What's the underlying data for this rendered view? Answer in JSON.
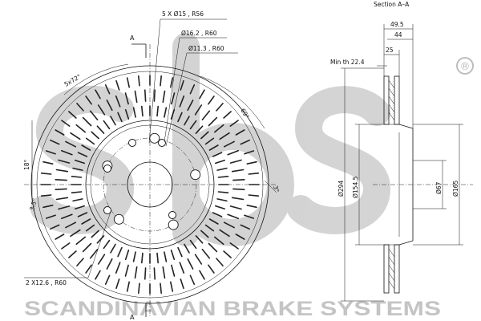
{
  "watermark": {
    "logo_text": "sbs",
    "registered": "®",
    "company": "SCANDINAVIAN BRAKE SYSTEMS",
    "color": "#c8c8c8"
  },
  "front_view": {
    "section_marker_top": "A",
    "section_marker_bottom": "A",
    "bolt_holes_callout": "5 X Ø15 , R56",
    "pilot_callout_1": "Ø16.2 , R60",
    "pilot_callout_2": "Ø11.3 , R60",
    "angle_pitch": "5x72°",
    "angle_69": "69°",
    "angle_18": "18°",
    "angle_3": "3°",
    "angle_3_5": "3.5°",
    "small_holes_callout": "2 X12.6 , R60"
  },
  "section_view": {
    "title": "Section A–A",
    "width_total": "49.5",
    "width_44": "44",
    "width_25": "25",
    "min_thickness": "Min th 22.4",
    "dia_outer": "Ø294",
    "dia_hat": "Ø154.5",
    "dia_center": "Ø67",
    "dia_bolt": "Ø165"
  }
}
